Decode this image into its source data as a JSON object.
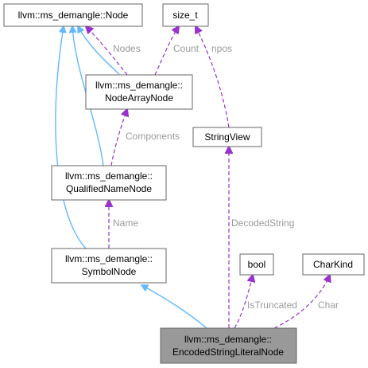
{
  "nodes": {
    "node": "llvm::ms_demangle::Node",
    "size_t": "size_t",
    "node_array_node": [
      "llvm::ms_demangle::",
      "NodeArrayNode"
    ],
    "string_view": "StringView",
    "qualified_name_node": [
      "llvm::ms_demangle::",
      "QualifiedNameNode"
    ],
    "symbol_node": [
      "llvm::ms_demangle::",
      "SymbolNode"
    ],
    "bool": "bool",
    "char_kind": "CharKind",
    "encoded_string_literal_node": [
      "llvm::ms_demangle::",
      "EncodedStringLiteralNode"
    ]
  },
  "edge_labels": {
    "nodes": "Nodes",
    "count": "Count",
    "npos": "npos",
    "components": "Components",
    "name": "Name",
    "decoded_string": "DecodedString",
    "is_truncated": "IsTruncated",
    "char": "Char"
  },
  "colors": {
    "inheritance": "#63b8ff",
    "usage": "#9a32cd",
    "highlight_fill": "#999999",
    "label_text": "#9a9a9a"
  }
}
